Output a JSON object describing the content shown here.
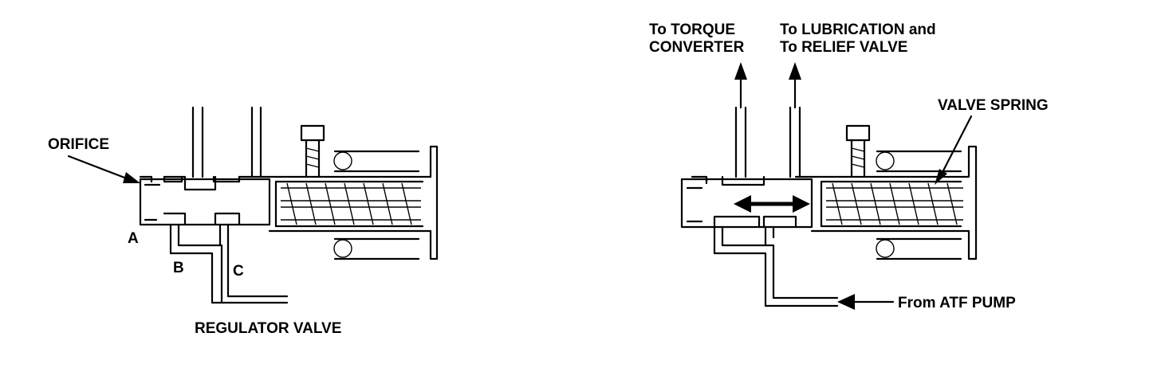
{
  "left_diagram": {
    "labels": {
      "orifice": "ORIFICE",
      "port_a": "A",
      "port_b": "B",
      "port_c": "C",
      "regulator_valve": "REGULATOR VALVE"
    }
  },
  "right_diagram": {
    "labels": {
      "to_torque_line1": "To TORQUE",
      "to_torque_line2": "CONVERTER",
      "to_lube_line1": "To LUBRICATION and",
      "to_lube_line2": "To RELIEF VALVE",
      "valve_spring": "VALVE SPRING",
      "from_atf_pump": "From ATF PUMP"
    }
  }
}
